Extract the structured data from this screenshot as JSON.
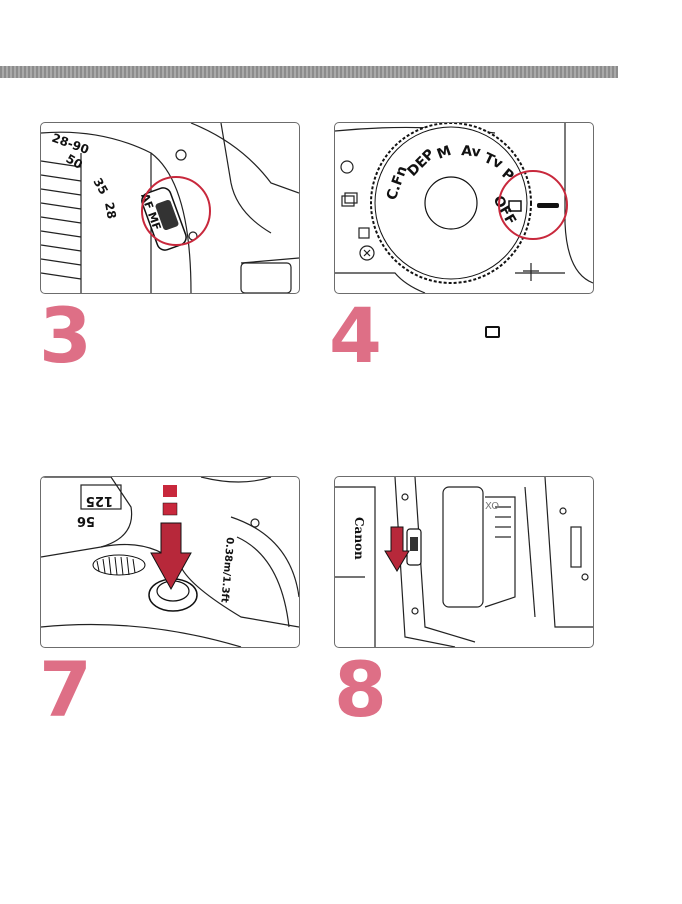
{
  "page": {
    "band_color": "#999999",
    "accent_color": "#de6f86",
    "circle_color": "#c8283c"
  },
  "steps": [
    {
      "number": "3"
    },
    {
      "number": "4"
    },
    {
      "number": "7"
    },
    {
      "number": "8"
    }
  ],
  "panel3": {
    "lens_marks": [
      "28-90",
      "50",
      "35",
      "28"
    ],
    "switch_label": "AF\nMF"
  },
  "panel4": {
    "dial_labels": [
      "C.Fn",
      "DEP",
      "M",
      "Av",
      "Tv",
      "P",
      "OFF"
    ]
  },
  "panel7": {
    "lcd_left": "56",
    "lcd_right": "125",
    "lens_text": "0.38m/1.3ft"
  },
  "panel8": {
    "brand_text": "Canon"
  },
  "icons": {
    "single_shot_mode": "single-frame-icon"
  }
}
